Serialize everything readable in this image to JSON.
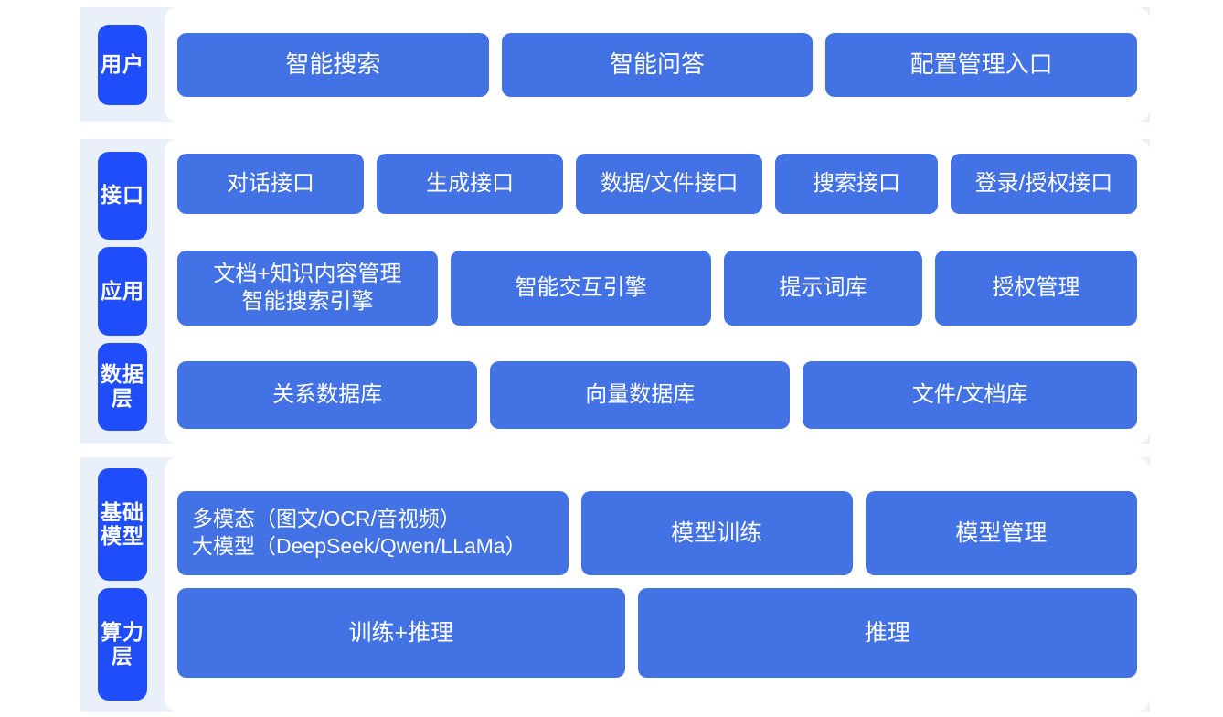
{
  "colors": {
    "band_background": "#eaf0f9",
    "panel_background": "#ffffff",
    "layer_tab": "#1f4dfa",
    "box": "#4272e3",
    "box_text": "#ffffff",
    "page_background": "#ffffff"
  },
  "sections": [
    {
      "id": "user",
      "layers": [
        {
          "id": "user",
          "label": "用户"
        }
      ],
      "rows": [
        {
          "id": "user-entries",
          "boxes": [
            {
              "label": "智能搜索",
              "flex": 1
            },
            {
              "label": "智能问答",
              "flex": 1
            },
            {
              "label": "配置管理入口",
              "flex": 1
            }
          ]
        }
      ]
    },
    {
      "id": "mid",
      "layers": [
        {
          "id": "interface",
          "label": "接口"
        },
        {
          "id": "application",
          "label": "应用"
        },
        {
          "id": "data",
          "label": "数据层"
        }
      ],
      "rows": [
        {
          "id": "interface",
          "boxes": [
            {
              "label": "对话接口",
              "flex": 1
            },
            {
              "label": "生成接口",
              "flex": 1
            },
            {
              "label": "数据/文件接口",
              "flex": 1
            },
            {
              "label": "搜索接口",
              "flex": 0.86
            },
            {
              "label": "登录/授权接口",
              "flex": 1
            }
          ]
        },
        {
          "id": "application",
          "boxes": [
            {
              "label": "文档+知识内容管理\n智能搜索引擎",
              "flex": 1.18
            },
            {
              "label": "智能交互引擎",
              "flex": 1.18
            },
            {
              "label": "提示词库",
              "flex": 0.88
            },
            {
              "label": "授权管理",
              "flex": 0.9
            }
          ]
        },
        {
          "id": "data",
          "boxes": [
            {
              "label": "关系数据库",
              "flex": 1
            },
            {
              "label": "向量数据库",
              "flex": 1
            },
            {
              "label": "文件/文档库",
              "flex": 1.12
            }
          ]
        }
      ]
    },
    {
      "id": "base",
      "layers": [
        {
          "id": "foundation-model",
          "label": "基础模型"
        },
        {
          "id": "compute",
          "label": "算力层"
        }
      ],
      "rows": [
        {
          "id": "model",
          "boxes": [
            {
              "label": "多模态（图文/OCR/音视频）\n大模型（DeepSeek/Qwen/LLaMa）",
              "flex": 1.32,
              "style": "multimodal"
            },
            {
              "label": "模型训练",
              "flex": 0.92
            },
            {
              "label": "模型管理",
              "flex": 0.92
            }
          ]
        },
        {
          "id": "compute",
          "boxes": [
            {
              "label": "训练+推理",
              "flex": 1
            },
            {
              "label": "推理",
              "flex": 1.12
            }
          ]
        }
      ]
    }
  ]
}
